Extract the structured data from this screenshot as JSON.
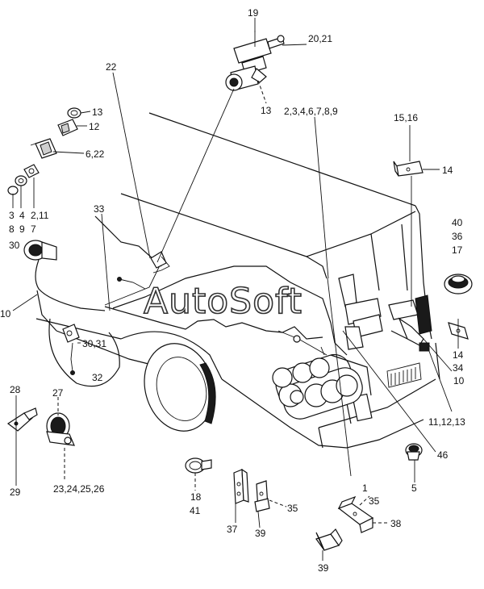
{
  "watermark": "AutoSoft",
  "callouts": {
    "c19": "19",
    "c20_21": "20,21",
    "c13_top": "13",
    "c22_cab": "22",
    "c2_9": "2,3,4,6,7,8,9",
    "c15_16": "15,16",
    "c14_top": "14",
    "c13_left": "13",
    "c12_left": "12",
    "c6_22": "6,22",
    "c2_11": "2,11",
    "c3": "3",
    "c4": "4",
    "c8": "8",
    "c9": "9",
    "c7": "7",
    "c33": "33",
    "c30_left": "30",
    "c10_left": "10",
    "c30_31": "30,31",
    "c32": "32",
    "c40": "40",
    "c36": "36",
    "c17": "17",
    "c14_right": "14",
    "c34": "34",
    "c10_right": "10",
    "c11_12_13": "11,12,13",
    "c46": "46",
    "c5": "5",
    "c1": "1",
    "c28": "28",
    "c27": "27",
    "c29": "29",
    "c23_26": "23,24,25,26",
    "c18": "18",
    "c41": "41",
    "c37": "37",
    "c39_mid": "39",
    "c35_mid": "35",
    "c35_bot": "35",
    "c38": "38",
    "c39_bot": "39"
  }
}
